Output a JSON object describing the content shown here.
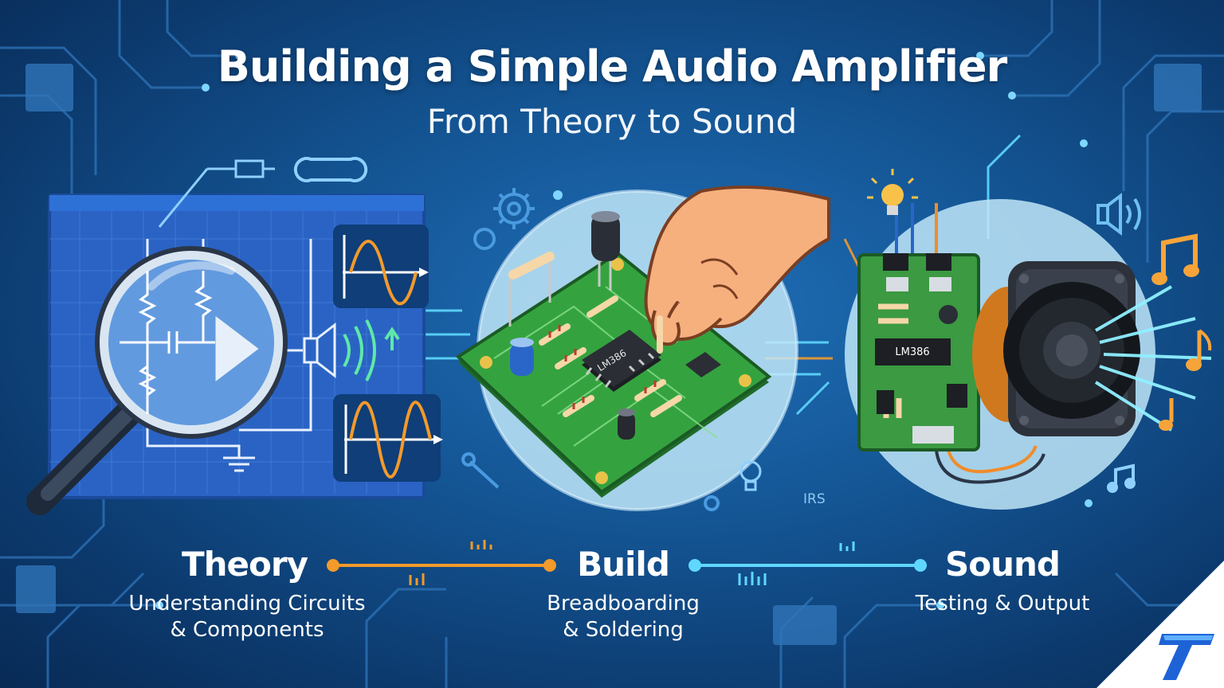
{
  "header": {
    "title": "Building a Simple Audio Amplifier",
    "subtitle": "From Theory to Sound"
  },
  "stages": [
    {
      "label": "Theory",
      "desc_line1": "Understanding Circuits",
      "desc_line2": "& Components"
    },
    {
      "label": "Build",
      "desc_line1": "Breadboarding",
      "desc_line2": "& Soldering"
    },
    {
      "label": "Sound",
      "desc_line1": "Testing & Output"
    }
  ],
  "chips": {
    "left_chip": "LM386",
    "right_chip": "LM386",
    "small_text": "IRS"
  },
  "colors": {
    "accent_orange": "#f39a2b",
    "accent_cyan": "#5fd8ff",
    "pcb_green": "#2e9a3c",
    "schematic_blue": "#2a63c4"
  },
  "icons": [
    "magnifier-icon",
    "wrench-icon",
    "gear-icon",
    "lightbulb-icon",
    "speaker-icon",
    "music-note-icon",
    "logo-icon"
  ]
}
